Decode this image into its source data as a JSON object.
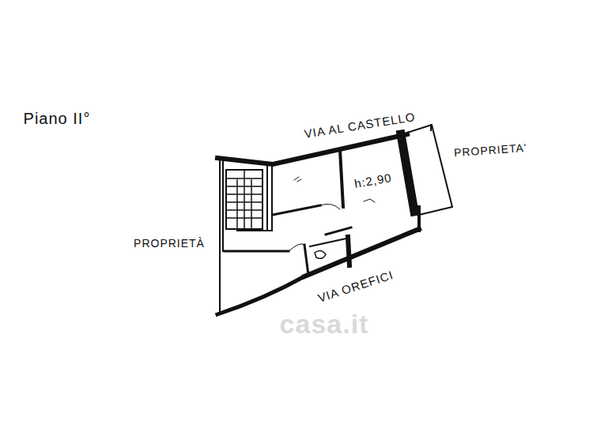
{
  "diagram": {
    "title": "Piano II°",
    "labels": [
      "VIA AL CASTELLO",
      "PROPRIETA'",
      "PROPRIETÀ",
      "h:2,90",
      "VIA OREFICI",
      "casa.it"
    ]
  }
}
